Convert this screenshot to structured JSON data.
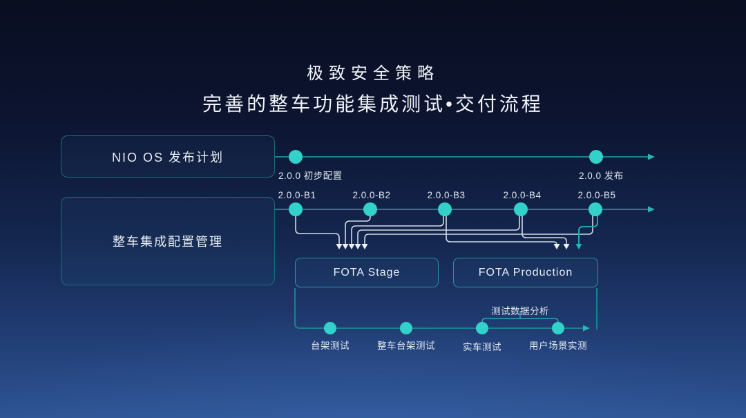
{
  "slide": {
    "title_line1": "极致安全策略",
    "title_line2": "完善的整车功能集成测试•交付流程"
  },
  "boxes": {
    "nio_os": "NIO OS 发布计划",
    "vehicle_config": "整车集成配置管理",
    "fota_stage": "FOTA Stage",
    "fota_production": "FOTA Production"
  },
  "release_timeline": {
    "milestones": [
      {
        "label": "2.0.0 初步配置"
      },
      {
        "label": "2.0.0 发布"
      }
    ]
  },
  "beta_timeline": {
    "milestones": [
      {
        "label": "2.0.0-B1"
      },
      {
        "label": "2.0.0-B2"
      },
      {
        "label": "2.0.0-B3"
      },
      {
        "label": "2.0.0-B4"
      },
      {
        "label": "2.0.0-B5"
      }
    ]
  },
  "testing_timeline": {
    "stages": [
      "台架测试",
      "整车台架测试",
      "实车测试",
      "用户场景实测"
    ],
    "annotation": "测试数据分析"
  },
  "colors": {
    "accent_teal": "#32d2ca",
    "line_teal": "#1e808b",
    "arrow_teal": "#2bb5b4",
    "border_teal": "#1d6b7a",
    "border_teal_bright": "#2a95a0",
    "routing_line": "#d3dae6",
    "text": "#e8edf4",
    "background_top": "#090e20",
    "background_bottom": "#2e5494"
  }
}
